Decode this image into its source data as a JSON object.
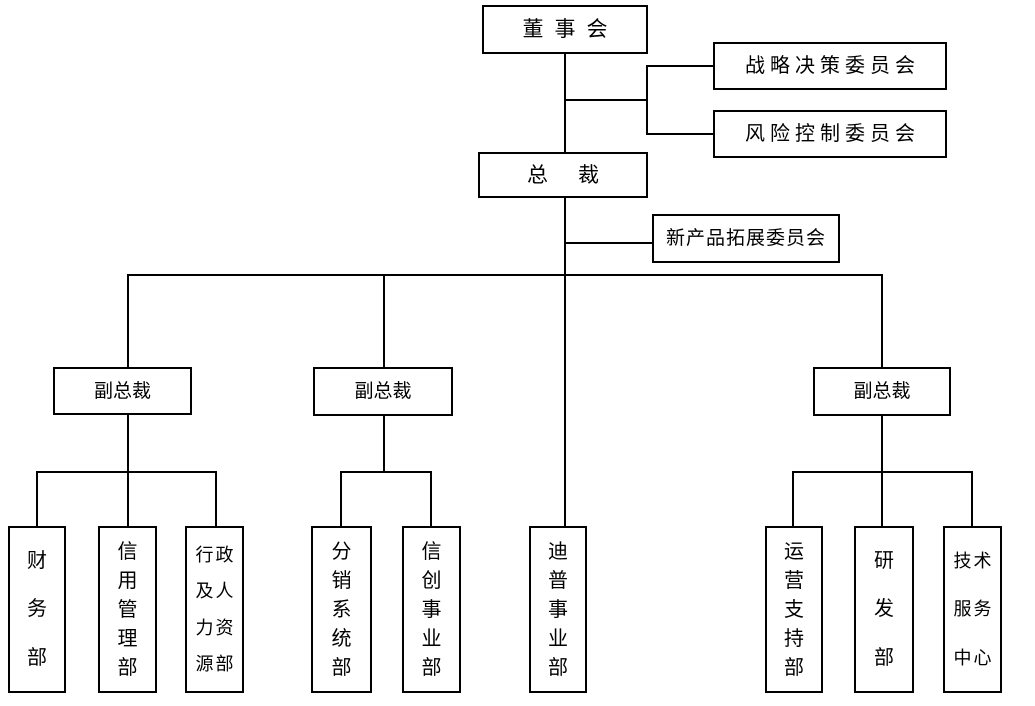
{
  "diagram": {
    "type": "org-chart",
    "background_color": "#ffffff",
    "line_color": "#000000",
    "box_border_color": "#000000",
    "text_color": "#000000",
    "nodes": {
      "board": {
        "label": "董事会"
      },
      "strategy_committee": {
        "label": "战略决策委员会"
      },
      "risk_committee": {
        "label": "风险控制委员会"
      },
      "president": {
        "label": "总裁"
      },
      "new_product_committee": {
        "label": "新产品拓展委员会"
      },
      "vp_left": {
        "label": "副总裁"
      },
      "vp_middle": {
        "label": "副总裁"
      },
      "vp_right": {
        "label": "副总裁"
      },
      "finance_dept": {
        "label": "财务部",
        "lines": [
          "财",
          "务",
          "部"
        ]
      },
      "credit_mgmt_dept": {
        "label": "信用管理部",
        "lines": [
          "信",
          "用",
          "管",
          "理",
          "部"
        ]
      },
      "admin_hr_dept": {
        "label": "行政及人力资源部",
        "lines": [
          "行政",
          "及人",
          "力资",
          "源部"
        ]
      },
      "distribution_sys_dept": {
        "label": "分销系统部",
        "lines": [
          "分",
          "销",
          "系",
          "统",
          "部"
        ]
      },
      "xinchuang_div": {
        "label": "信创事业部",
        "lines": [
          "信",
          "创",
          "事",
          "业",
          "部"
        ]
      },
      "dipu_div": {
        "label": "迪普事业部",
        "lines": [
          "迪",
          "普",
          "事",
          "业",
          "部"
        ]
      },
      "ops_support_dept": {
        "label": "运营支持部",
        "lines": [
          "运",
          "营",
          "支",
          "持",
          "部"
        ]
      },
      "rd_dept": {
        "label": "研发部",
        "lines": [
          "研",
          "发",
          "部"
        ]
      },
      "tech_service_center": {
        "label": "技术服务中心",
        "lines": [
          "技术",
          "服务",
          "中心"
        ]
      }
    },
    "hierarchy": [
      {
        "parent": "board",
        "children": [
          "president"
        ]
      },
      {
        "parent": "board",
        "side_children": [
          "strategy_committee",
          "risk_committee"
        ]
      },
      {
        "parent": "president",
        "side_children": [
          "new_product_committee"
        ]
      },
      {
        "parent": "president",
        "children": [
          "vp_left",
          "vp_middle",
          "dipu_div",
          "vp_right"
        ]
      },
      {
        "parent": "vp_left",
        "children": [
          "finance_dept",
          "credit_mgmt_dept",
          "admin_hr_dept"
        ]
      },
      {
        "parent": "vp_middle",
        "children": [
          "distribution_sys_dept",
          "xinchuang_div"
        ]
      },
      {
        "parent": "vp_right",
        "children": [
          "ops_support_dept",
          "rd_dept",
          "tech_service_center"
        ]
      }
    ]
  }
}
